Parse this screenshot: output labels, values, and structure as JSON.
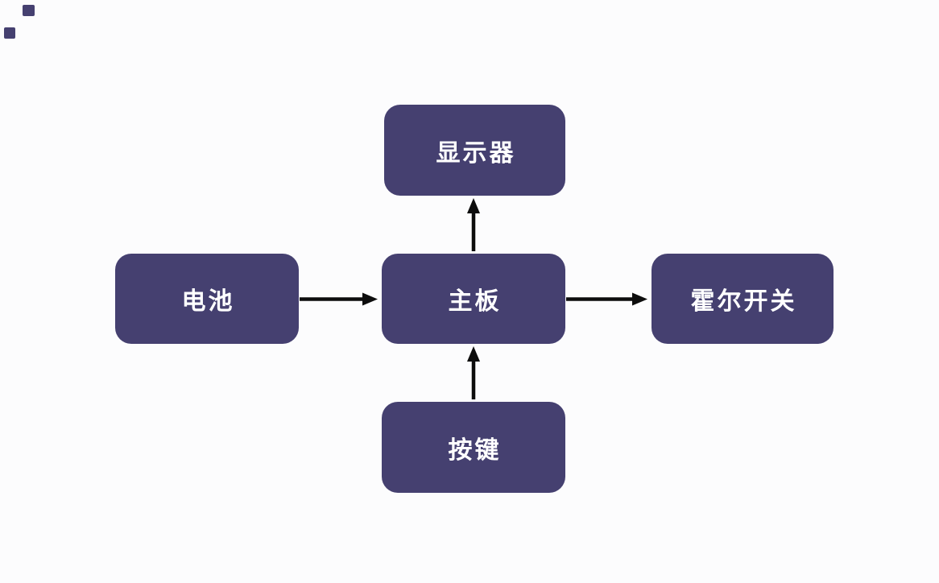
{
  "diagram": {
    "type": "flowchart",
    "colors": {
      "background": "#FCFCFD",
      "node_fill": "#454070",
      "node_text": "#FFFFFF",
      "arrow": "#0D0D0D"
    },
    "nodes": [
      {
        "id": "display",
        "label": "显示器"
      },
      {
        "id": "battery",
        "label": "电池"
      },
      {
        "id": "mainboard",
        "label": "主板"
      },
      {
        "id": "hall-switch",
        "label": "霍尔开关"
      },
      {
        "id": "keys",
        "label": "按键"
      }
    ],
    "edges": [
      {
        "from": "battery",
        "to": "mainboard",
        "direction": "right"
      },
      {
        "from": "mainboard",
        "to": "hall-switch",
        "direction": "right"
      },
      {
        "from": "mainboard",
        "to": "display",
        "direction": "up"
      },
      {
        "from": "keys",
        "to": "mainboard",
        "direction": "up"
      }
    ],
    "decorations": [
      {
        "id": "corner-fragment-1"
      },
      {
        "id": "corner-fragment-2"
      }
    ]
  }
}
